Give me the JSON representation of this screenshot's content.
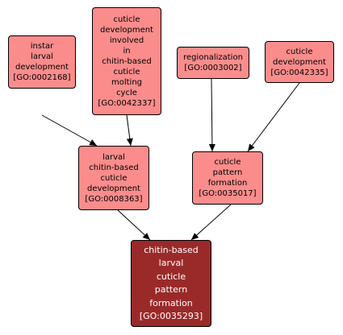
{
  "colors": {
    "node_fill": "#fa8c8c",
    "highlight_fill": "#9a2a2a",
    "edge": "#000000"
  },
  "nodes": [
    {
      "id": "n1",
      "lines": [
        "instar",
        "larval",
        "development",
        "[GO:0002168]"
      ]
    },
    {
      "id": "n2",
      "lines": [
        "cuticle",
        "development",
        "involved",
        "in",
        "chitin-based",
        "cuticle",
        "molting",
        "cycle",
        "[GO:0042337]"
      ]
    },
    {
      "id": "n3",
      "lines": [
        "regionalization",
        "[GO:0003002]"
      ]
    },
    {
      "id": "n4",
      "lines": [
        "cuticle",
        "development",
        "[GO:0042335]"
      ]
    },
    {
      "id": "n5",
      "lines": [
        "larval",
        "chitin-based",
        "cuticle",
        "development",
        "[GO:0008363]"
      ]
    },
    {
      "id": "n6",
      "lines": [
        "cuticle",
        "pattern",
        "formation",
        "[GO:0035017]"
      ]
    },
    {
      "id": "n7",
      "lines": [
        "chitin-based",
        "larval",
        "cuticle",
        "pattern",
        "formation",
        "[GO:0035293]"
      ],
      "highlight": true
    }
  ],
  "edges": [
    {
      "from": "n1",
      "to": "n5"
    },
    {
      "from": "n2",
      "to": "n5"
    },
    {
      "from": "n3",
      "to": "n6"
    },
    {
      "from": "n4",
      "to": "n6"
    },
    {
      "from": "n5",
      "to": "n7"
    },
    {
      "from": "n6",
      "to": "n7"
    }
  ]
}
